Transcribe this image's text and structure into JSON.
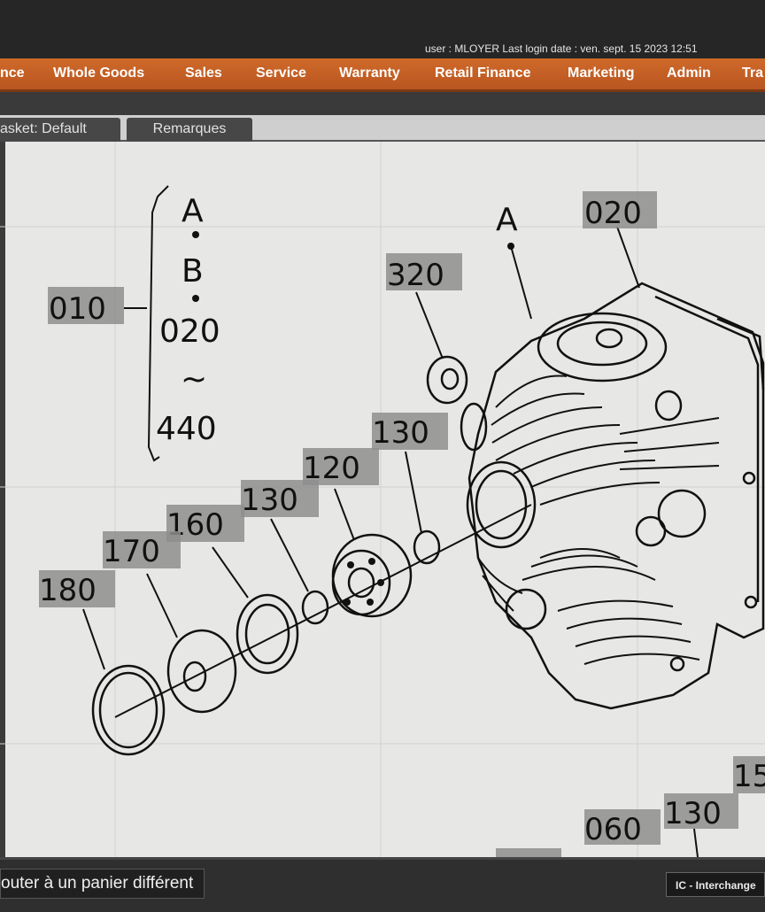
{
  "header": {
    "login_info": "user : MLOYER Last login date : ven. sept. 15 2023 12:51"
  },
  "nav": {
    "items": [
      "nce",
      "Whole Goods",
      "Sales",
      "Service",
      "Warranty",
      "Retail Finance",
      "Marketing",
      "Admin",
      "Tra"
    ]
  },
  "tabs": {
    "basket": "asket: Default",
    "remarks": "Remarques"
  },
  "diagram": {
    "group_labels": [
      "A",
      "B",
      "020",
      "~",
      "440"
    ],
    "group_callout": "010",
    "assembly_label": "A",
    "callouts": [
      "020",
      "320",
      "130",
      "120",
      "130",
      "160",
      "170",
      "180",
      "15",
      "130",
      "060"
    ]
  },
  "footer": {
    "add_to_basket": "outer à un panier différent",
    "interchange": "IC - Interchange"
  }
}
